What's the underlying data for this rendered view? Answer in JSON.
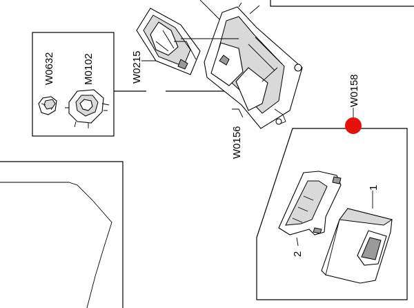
{
  "labels": {
    "w0632": "W0632",
    "m0102": "M0102",
    "w0215": "W0215",
    "w0156": "W0156",
    "w0158": "W0158",
    "num1": "1",
    "num2": "2"
  },
  "colors": {
    "line": "#000000",
    "marker": "#e3120b",
    "background": "#ffffff"
  }
}
